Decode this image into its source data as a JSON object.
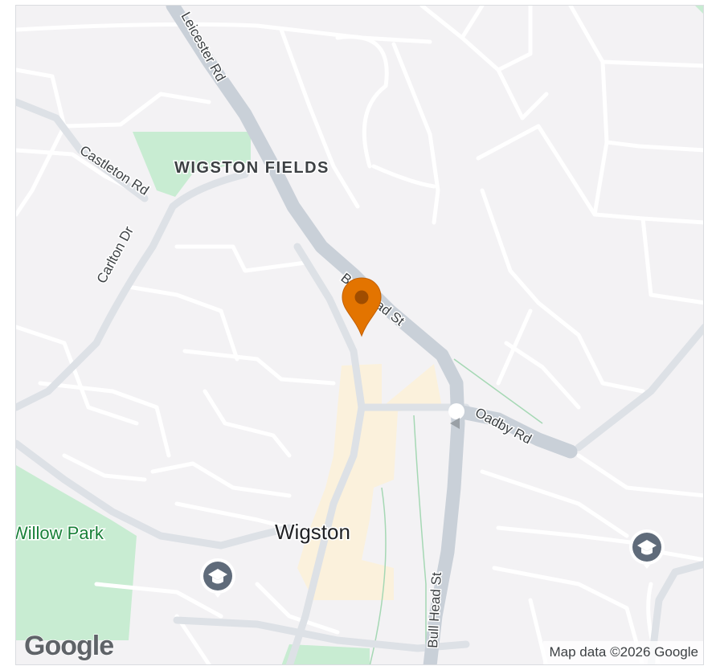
{
  "map": {
    "area_labels": {
      "district": "WIGSTON FIELDS",
      "town": "Wigston",
      "park": "Willow Park"
    },
    "roads": {
      "leicester_rd": "Leicester Rd",
      "castleton_rd": "Castleton Rd",
      "carlton_dr": "Carlton Dr",
      "bull_head_st_north": "Bull Head St",
      "bull_head_st_south": "Bull Head St",
      "oadby_rd": "Oadby Rd"
    },
    "marker": {
      "icon": "map-pin-icon",
      "color": "#e37400"
    },
    "poi_icons": [
      "school-icon",
      "school-icon"
    ],
    "colors": {
      "land": "#f3f2f4",
      "park": "#c8ecd2",
      "town_centre": "#fbf1dc",
      "major_road": "#c9d0d8",
      "minor_road": "#ffffff"
    }
  },
  "branding": {
    "logo": "Google",
    "attribution": "Map data ©2026 Google"
  }
}
